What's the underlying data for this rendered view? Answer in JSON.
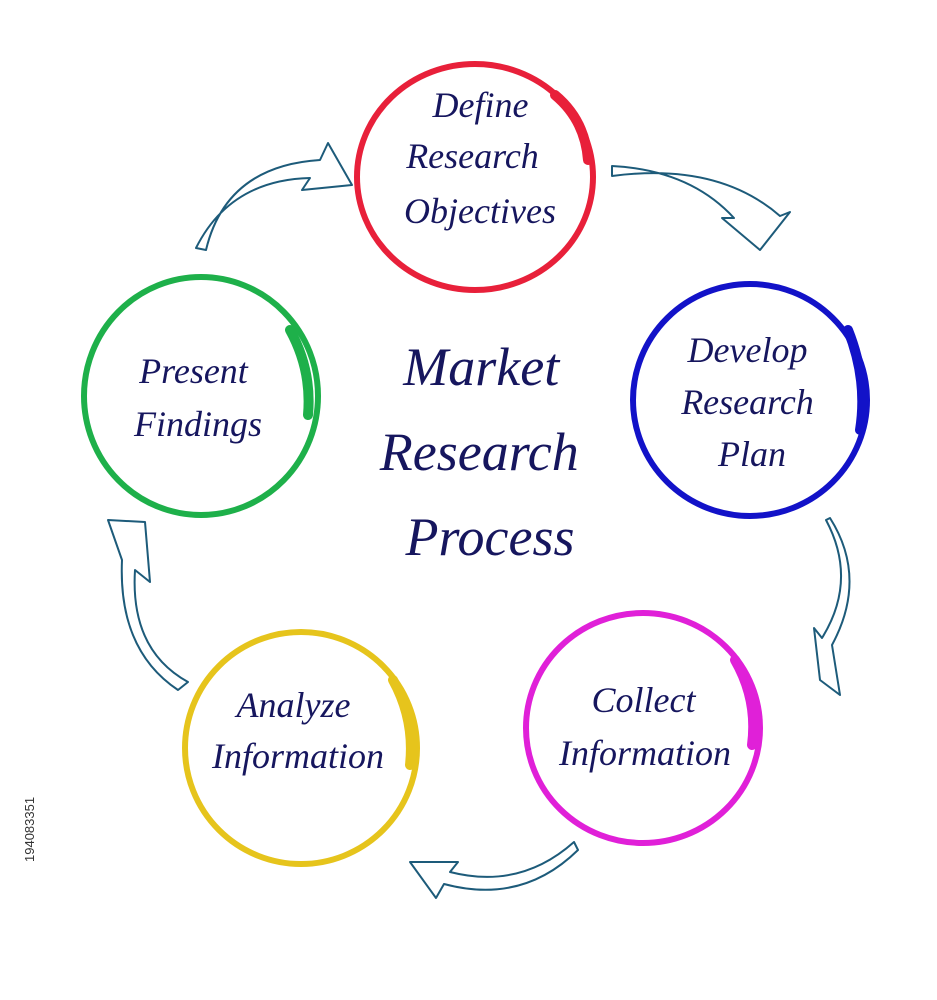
{
  "diagram": {
    "title_lines": [
      "Market",
      "Research",
      "Process"
    ],
    "title_color": "#16165e",
    "arrow_color": "#1d5b7a",
    "steps": [
      {
        "lines": [
          "Define",
          "Research",
          "Objectives"
        ],
        "color": "#e8203a"
      },
      {
        "lines": [
          "Develop",
          "Research",
          "Plan"
        ],
        "color": "#1212c8"
      },
      {
        "lines": [
          "Collect",
          "Information"
        ],
        "color": "#e020d8"
      },
      {
        "lines": [
          "Analyze",
          "Information"
        ],
        "color": "#e6c41c"
      },
      {
        "lines": [
          "Present",
          "Findings"
        ],
        "color": "#1eb04a"
      }
    ]
  },
  "watermark": {
    "stock_id": "194083351"
  }
}
